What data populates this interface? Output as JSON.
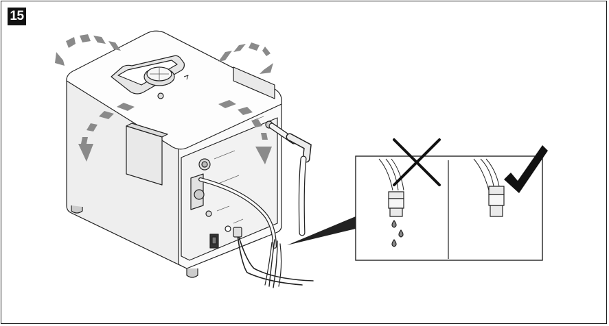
{
  "step": {
    "number": "15"
  },
  "illustration": {
    "device": "humidifier-water-chamber",
    "panels": [
      {
        "id": "incorrect",
        "symbol": "x-mark",
        "drips": 3
      },
      {
        "id": "correct",
        "symbol": "check-mark",
        "drips": 0
      }
    ],
    "colors": {
      "line": "#222222",
      "fill_light": "#f2f2f2",
      "fill_mid": "#d9d9d9",
      "arrow": "#8a8a8a",
      "badge": "#111111"
    }
  }
}
